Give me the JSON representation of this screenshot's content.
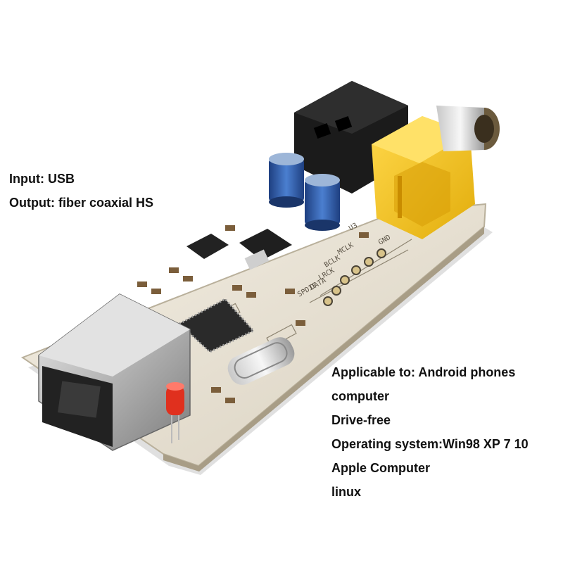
{
  "product_photo": {
    "subject": "USB to fiber optic / coaxial digital audio converter board"
  },
  "left_specs": {
    "input": "Input: USB",
    "output": "Output: fiber coaxial HS"
  },
  "right_specs": {
    "applicable": "Applicable to: Android phones",
    "computer": "computer",
    "driver": "Drive-free",
    "os": "Operating system:Win98 XP 7 10",
    "apple": "Apple Computer",
    "linux": "linux"
  },
  "pcb_silkscreen": {
    "labels": [
      "GND",
      "MCLK",
      "BCLK",
      "LRCK",
      "DATA",
      "SPDIF",
      "U3"
    ]
  },
  "colors": {
    "background": "#ffffff",
    "pcb": "#e9e3d6",
    "toslink_housing": "#f2c418",
    "rj_jack": "#1b1b1b",
    "capacitor": "#2b57a6",
    "led": "#e0301e",
    "text": "#111111"
  }
}
